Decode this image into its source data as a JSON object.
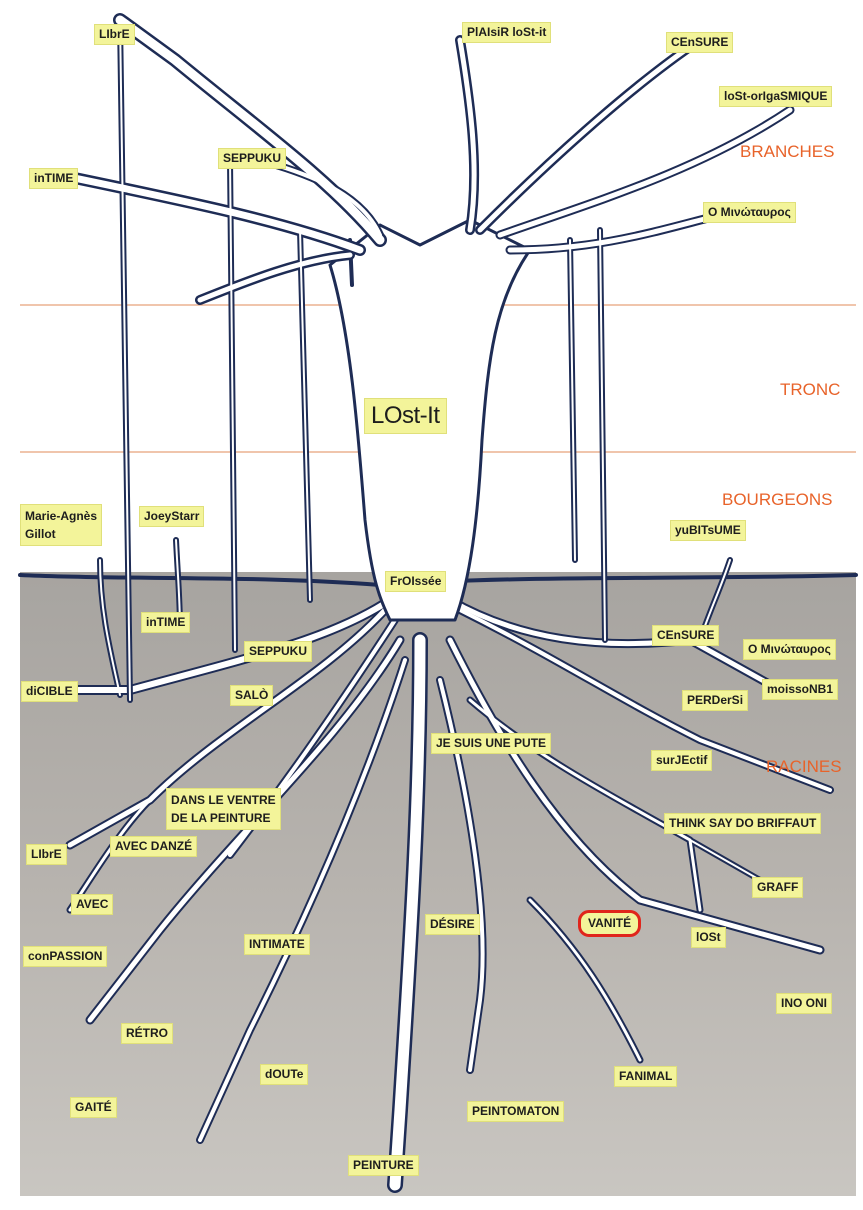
{
  "diagram": {
    "title": "LOst-It",
    "zones": {
      "branches": "BRANCHES",
      "trunk": "TRONC",
      "buds": "BOURGEONS",
      "roots": "RACINES"
    },
    "branch_labels": {
      "libre": "LIbrE",
      "plaisir": "PlAIsiR loSt-it",
      "censure": "CEnSURE",
      "orgasmique": "loSt-orIgaSMIQUE",
      "seppuku": "SEPPUKU",
      "intime": "inTIME",
      "minotaur": "Ο Μινώταυρος"
    },
    "bud_labels": {
      "gillot_line1": "Marie-Agnès",
      "gillot_line2": "Gillot",
      "joeystarr": "JoeyStarr",
      "yubitsume": "yuBITsUME"
    },
    "root_labels": {
      "froissee": "FrOIssée",
      "intime": "inTIME",
      "seppuku": "SEPPUKU",
      "censure": "CEnSURE",
      "minotaur": "Ο Μινώταυρος",
      "dicible": "diCIBLE",
      "salo": "SALÒ",
      "perdersi": "PERDerSi",
      "moisson": "moissoNB1",
      "je_suis": "JE SUIS UNE PUTE",
      "surjectif": "surJEctif",
      "ventre_line1": "DANS LE VENTRE",
      "ventre_line2": "DE LA PEINTURE",
      "think": "THINK SAY DO BRIFFAUT",
      "libre": "LIbrE",
      "avec_danze": "AVEC DANZÉ",
      "graff": "GRAFF",
      "avec": "AVEC",
      "desire": "DÉSIRE",
      "vanite": "VANITÉ",
      "lost": "lOSt",
      "intimate": "INTIMATE",
      "conpassion": "conPASSION",
      "inooni": "INO ONI",
      "retro": "RÉTRO",
      "doute": "dOUTe",
      "fanimal": "FANIMAL",
      "gaite": "GAITÉ",
      "peintomaton": "PEINTOMATON",
      "peinture": "PEINTURE"
    },
    "selected_label": "VANITÉ",
    "colors": {
      "sky": "#ffffff",
      "ground": "#b4b0ab",
      "ink": "#1e2c55",
      "label_fill": "#f3f49a",
      "zone_text": "#e8632a",
      "divider": "#e8a27a",
      "highlight": "#e0251b"
    }
  }
}
